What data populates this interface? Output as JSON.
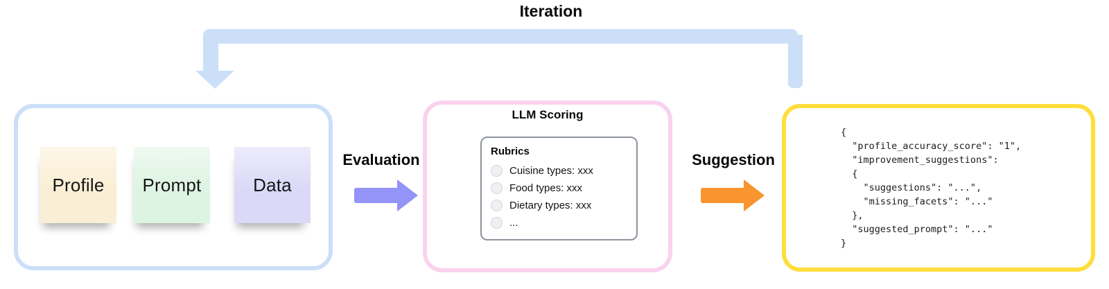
{
  "labels": {
    "iteration": "Iteration",
    "evaluation": "Evaluation",
    "suggestion": "Suggestion"
  },
  "colors": {
    "loop_arrow": "#CBDFF8",
    "left_box_border": "#CBDFF8",
    "middle_box_border": "#FAD2EE",
    "right_box_border": "#FFDE3C",
    "evaluation_arrow": "#9393F8",
    "suggestion_arrow": "#F9942E",
    "note_profile": "#FAEED4",
    "note_prompt": "#DEF4E2",
    "note_data": "#DAD9F8",
    "panel_border": "#8D939D",
    "radio_fill": "#EEF0F2",
    "radio_border": "#D3D7DB"
  },
  "left_box": {
    "notes": [
      {
        "label": "Profile"
      },
      {
        "label": "Prompt"
      },
      {
        "label": "Data"
      }
    ]
  },
  "middle_box": {
    "title": "LLM Scoring",
    "panel": {
      "heading": "Rubrics",
      "items": [
        {
          "label": "Cuisine types: xxx"
        },
        {
          "label": "Food types: xxx"
        },
        {
          "label": "Dietary types: xxx"
        },
        {
          "label": "..."
        }
      ]
    }
  },
  "right_box": {
    "code": "{\n  \"profile_accuracy_score\": \"1\",\n  \"improvement_suggestions\":\n  {\n    \"suggestions\": \"...\",\n    \"missing_facets\": \"...\"\n  },\n  \"suggested_prompt\": \"...\"\n}"
  }
}
